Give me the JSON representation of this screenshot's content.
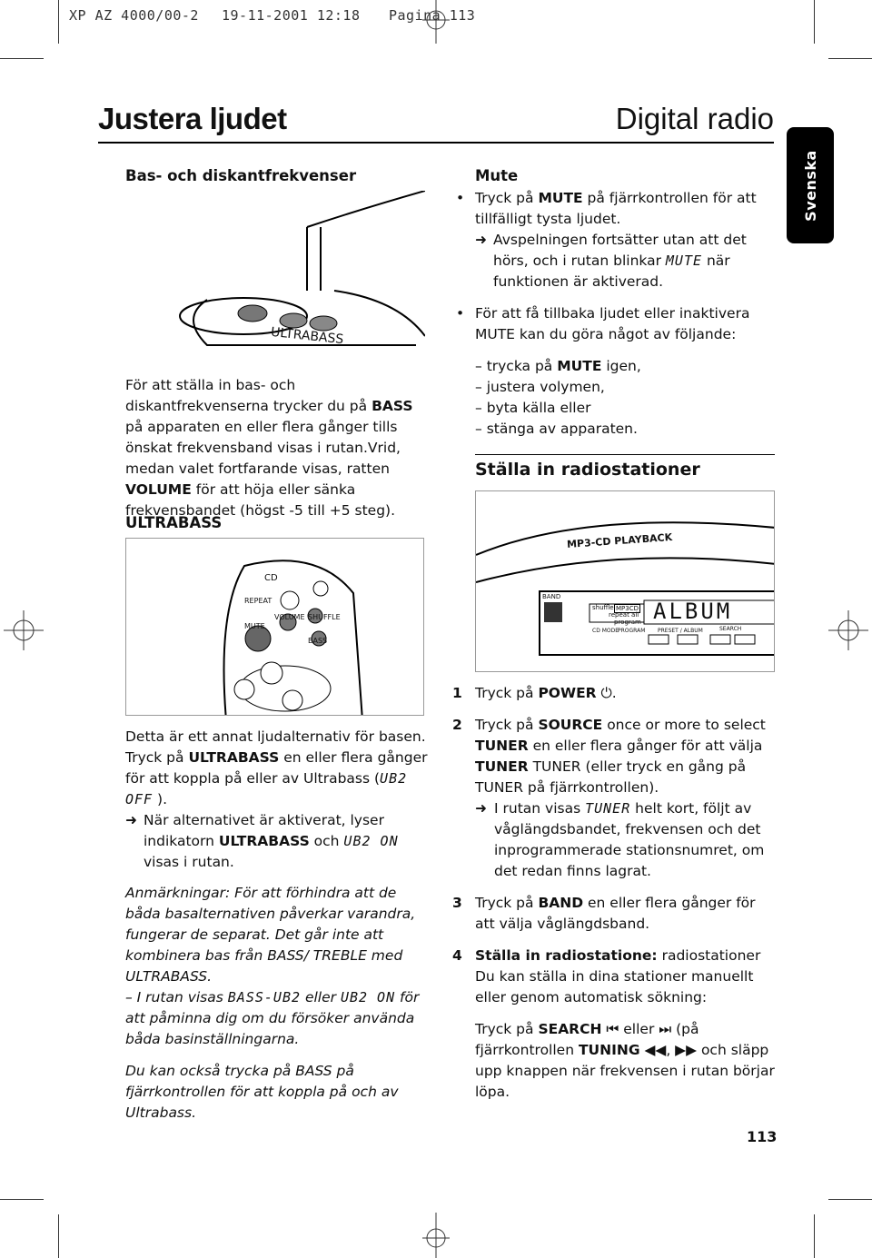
{
  "header": {
    "file": "XP AZ 4000/00-2",
    "date": "19-11-2001 12:18",
    "page": "Pagina 113"
  },
  "titles": {
    "left": "Justera ljudet",
    "right": "Digital radio"
  },
  "side_tab": "Svenska",
  "left": {
    "bass_heading": "Bas- och diskantfrekvenser",
    "figure1_label": "ULTRABASS",
    "bass_p1a": "För att ställa in bas- och diskantfrekvenserna trycker du på ",
    "bass_b1": "BASS",
    "bass_p1b": " på apparaten en eller flera gånger tills önskat frekvensband visas i rutan.Vrid, medan valet fortfarande visas, ratten ",
    "bass_b2": "VOLUME",
    "bass_p1c": " för att höja eller sänka frekvensbandet (högst -5 till +5 steg).",
    "ultrabass_heading": "ULTRABASS",
    "remote": {
      "cd": "CD",
      "repeat": "REPEAT",
      "volume": "VOLUME",
      "shuffle": "SHUFFLE",
      "mute": "MUTE",
      "bass": "BASS"
    },
    "ub_p1": "Detta är ett annat ljudalternativ för basen.",
    "ub_p2a": "Tryck på ",
    "ub_p2b": "ULTRABASS",
    "ub_p2c": " en eller flera gånger för att koppla på eller av Ultrabass (",
    "ub_lcd_off": "UB2 OFF",
    "ub_p2d": " ).",
    "ub_arrow_a": "När alternativet är aktiverat, lyser indikatorn ",
    "ub_arrow_b": "ULTRABASS",
    "ub_arrow_c": " och ",
    "ub_lcd_on": "UB2 ON",
    "ub_arrow_d": "visas i rutan.",
    "note1": "Anmärkningar: För att förhindra att de båda basalternativen påverkar varandra, fungerar de separat. Det går inte att kombinera bas från BASS/ TREBLE med ULTRABASS.",
    "note2a": "– I rutan visas ",
    "note2_lcd1": "BASS-UB2",
    "note2b": " eller ",
    "note2_lcd2": "UB2 ON",
    "note2c": " för att påminna dig om du försöker använda båda basinställningarna.",
    "note3": "Du kan också trycka på BASS på fjärrkontrollen för att koppla på och av Ultrabass."
  },
  "right": {
    "mute_heading": "Mute",
    "mute_b1a": "Tryck på ",
    "mute_b1b": "MUTE",
    "mute_b1c": " på fjärrkontrollen för att tillfälligt tysta ljudet.",
    "mute_arrow_a": "Avspelningen fortsätter utan att det hörs, och i rutan blinkar ",
    "mute_lcd": "MUTE",
    "mute_arrow_b": " när funktionen är aktiverad.",
    "mute_b2": "För att få tillbaka ljudet eller inaktivera MUTE kan du göra något av följande:",
    "dash1a": "trycka på ",
    "dash1b": "MUTE",
    "dash1c": " igen,",
    "dash2": "justera volymen,",
    "dash3": "byta källa eller",
    "dash4": "stänga av apparaten.",
    "radio_heading": "Ställa in radiostationer",
    "device": {
      "banner": "MP3-CD PLAYBACK",
      "band": "BAND",
      "shuffle": "shuffle",
      "mp3cd": "MP3CD",
      "repeat": "repeat all",
      "program": "program",
      "display": "ALBUM",
      "cdmode": "CD MODE",
      "prog": "PROGRAM",
      "preset": "PRESET / ALBUM",
      "search": "SEARCH"
    },
    "s1_num": "1",
    "s1a": "Tryck på ",
    "s1b": "POWER",
    "s1c": " ⏻.",
    "s2_num": "2",
    "s2a": "Tryck på ",
    "s2b": "SOURCE",
    "s2c": " once or more to select ",
    "s2d": "TUNER",
    "s2e": " en eller flera gånger för att välja ",
    "s2f": "TUNER",
    "s2g": " TUNER (eller tryck en gång på TUNER på fjärrkontrollen).",
    "s2_arrow_a": "I rutan visas ",
    "s2_lcd": "TUNER",
    "s2_arrow_b": " helt kort, följt av våglängdsbandet, frekvensen och det inprogrammerade stationsnumret, om det redan finns lagrat.",
    "s3_num": "3",
    "s3a": "Tryck på ",
    "s3b": "BAND",
    "s3c": " en eller flera gånger för att välja våglängdsband.",
    "s4_num": "4",
    "s4a": "Ställa in radiostatione:",
    "s4b": " radiostationer Du kan ställa in dina stationer manuellt eller genom automatisk sökning:",
    "s4p_a": "Tryck på ",
    "s4p_b": "SEARCH",
    "s4p_c": " ⏮ eller ⏭ (på fjärrkontrollen ",
    "s4p_d": "TUNING",
    "s4p_e": " ◀◀, ▶▶ och släpp upp knappen när frekvensen i rutan börjar löpa."
  },
  "page_number": "113"
}
